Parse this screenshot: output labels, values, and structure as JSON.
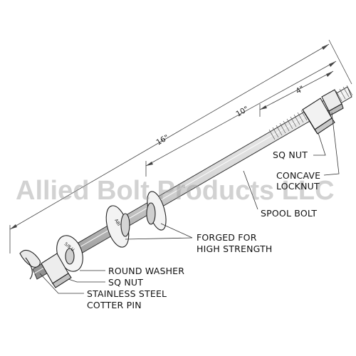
{
  "watermark": "Allied Bolt Products LLC",
  "dimensions": {
    "overall": "16\"",
    "thread": "10\"",
    "nut_zone": "4\""
  },
  "callouts": {
    "sq_nut_top": "SQ NUT",
    "concave_locknut_line1": "CONCAVE",
    "concave_locknut_line2": "LOCKNUT",
    "spool_bolt": "SPOOL BOLT",
    "forged_line1": "FORGED FOR",
    "forged_line2": "HIGH STRENGTH",
    "round_washer": "ROUND WASHER",
    "sq_nut_bottom": "SQ NUT",
    "cotter_line1": "STAINLESS STEEL",
    "cotter_line2": "COTTER PIN"
  },
  "head_stamps": {
    "forged_head": "ABI",
    "washer": "5/8 U"
  }
}
